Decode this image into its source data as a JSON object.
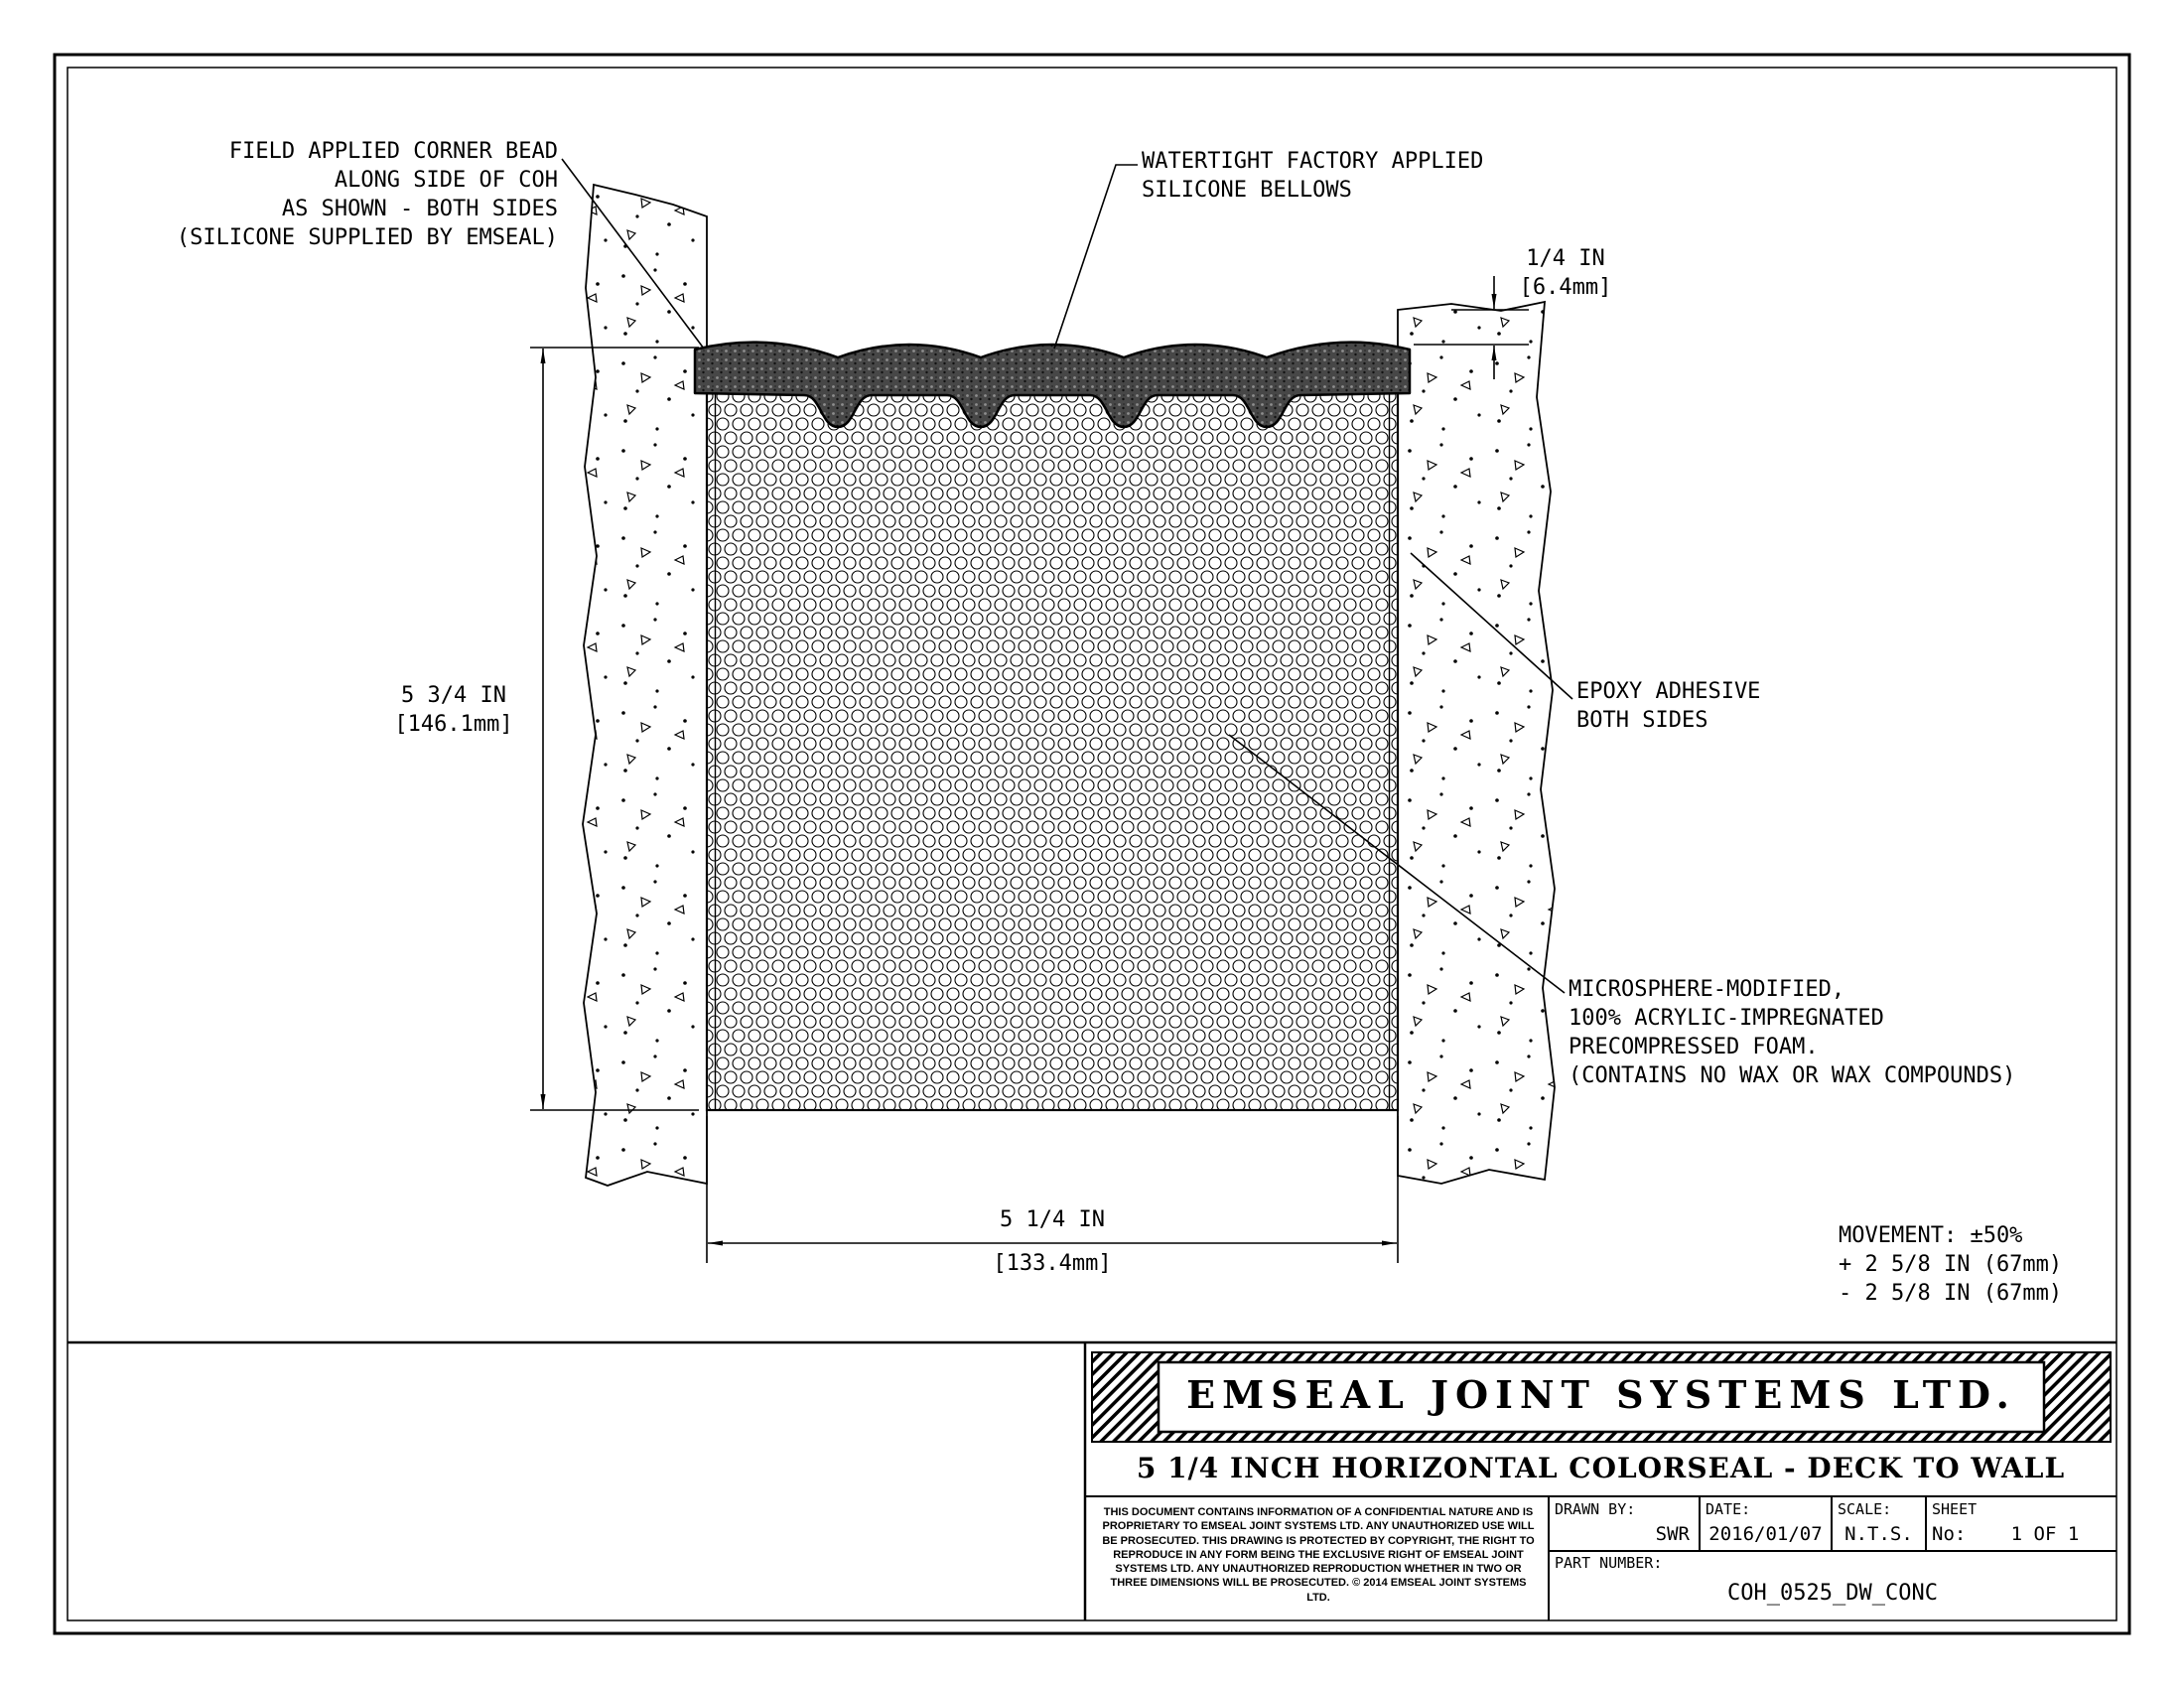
{
  "callouts": {
    "corner_bead": "FIELD APPLIED CORNER BEAD\nALONG SIDE OF COH\nAS SHOWN - BOTH SIDES\n(SILICONE SUPPLIED BY EMSEAL)",
    "bellows": "WATERTIGHT FACTORY APPLIED\nSILICONE BELLOWS",
    "epoxy": "EPOXY ADHESIVE\nBOTH SIDES",
    "foam": "MICROSPHERE-MODIFIED,\n100% ACRYLIC-IMPREGNATED\nPRECOMPRESSED FOAM.\n(CONTAINS NO WAX OR WAX COMPOUNDS)",
    "movement": "MOVEMENT: ±50%\n+ 2 5/8 IN (67mm)\n- 2 5/8 IN (67mm)"
  },
  "dims": {
    "height_text": "5 3/4 IN\n[146.1mm]",
    "width_in": "5 1/4 IN",
    "width_mm": "[133.4mm]",
    "recess_text": "1/4 IN\n[6.4mm]"
  },
  "titleblock": {
    "company": "EMSEAL JOINT SYSTEMS LTD.",
    "drawing_title": "5 1/4 INCH HORIZONTAL COLORSEAL - DECK TO WALL",
    "legal": "THIS DOCUMENT CONTAINS INFORMATION OF A CONFIDENTIAL NATURE AND IS PROPRIETARY TO EMSEAL JOINT SYSTEMS LTD. ANY UNAUTHORIZED USE WILL BE PROSECUTED. THIS DRAWING IS PROTECTED BY COPYRIGHT, THE RIGHT TO REPRODUCE IN ANY FORM BEING THE EXCLUSIVE RIGHT OF EMSEAL JOINT SYSTEMS LTD. ANY UNAUTHORIZED REPRODUCTION WHETHER IN TWO OR THREE DIMENSIONS WILL BE PROSECUTED. © 2014 EMSEAL JOINT SYSTEMS LTD.",
    "drawn_by_label": "DRAWN BY:",
    "drawn_by": "SWR",
    "date_label": "DATE:",
    "date": "2016/01/07",
    "scale_label": "SCALE:",
    "scale": "N.T.S.",
    "sheet_label": "SHEET",
    "sheet_no_label": "No:",
    "sheet_value": "1 OF 1",
    "part_label": "PART NUMBER:",
    "part_number": "COH_0525_DW_CONC"
  },
  "colors": {
    "ink": "#000000",
    "paper": "#ffffff",
    "bellows_fill": "#474747"
  }
}
